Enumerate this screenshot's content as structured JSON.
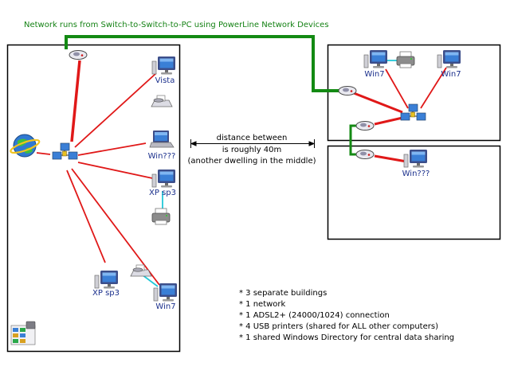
{
  "title": "Network runs from Switch-to-Switch-to-PC using PowerLine Network Devices",
  "colors": {
    "cable": "#e01818",
    "usb": "#22c8d8",
    "powerline": "#138a13",
    "label": "#1a2f8c",
    "border": "#000000"
  },
  "buildings": {
    "left": {
      "devices": {
        "vista": "Vista",
        "win_laptop": "Win???",
        "xp_sp3_right": "XP sp3",
        "xp_sp3_bottom": "XP sp3",
        "win7_bottom": "Win7"
      }
    },
    "right_top": {
      "devices": {
        "win7_left": "Win7",
        "win7_right": "Win7"
      }
    },
    "right_bottom": {
      "devices": {
        "win_pc": "Win???"
      }
    }
  },
  "distance": {
    "line1": "distance between",
    "line2": "is roughly 40m",
    "line3": "(another dwelling in the middle)"
  },
  "notes": [
    "* 3 separate buildings",
    "* 1 network",
    "* 1 ADSL2+ (24000/1024) connection",
    "* 4 USB printers (shared for ALL other computers)",
    "* 1 shared Windows Directory for central data sharing"
  ],
  "icons": {
    "internet": "internet-globe-icon",
    "switch": "network-switch-icon",
    "powerline": "powerline-adapter-icon",
    "computer": "computer-monitor-icon",
    "laptop": "laptop-icon",
    "printer": "printer-icon",
    "fax": "fax-machine-icon",
    "scanner": "flatbed-scanner-icon",
    "shared_folder": "shared-directory-icon"
  }
}
